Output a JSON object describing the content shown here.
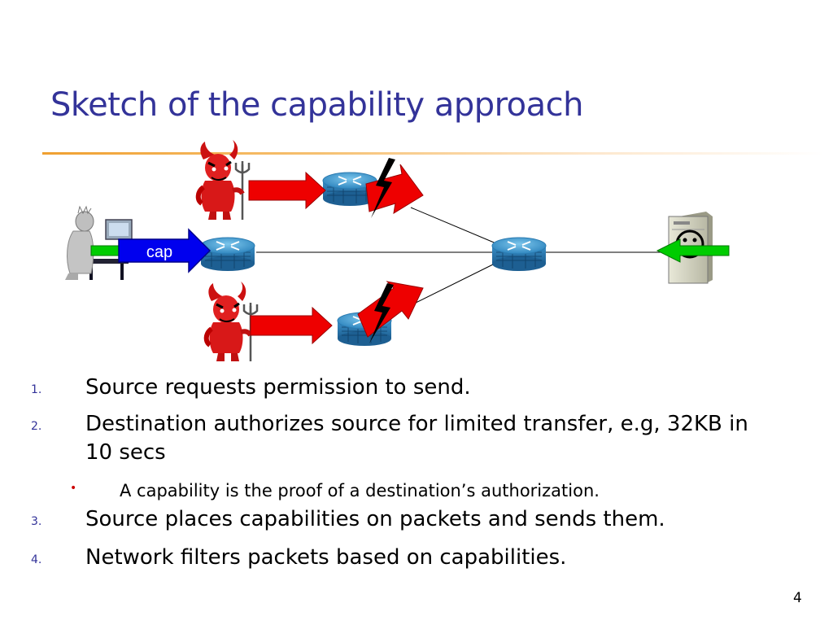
{
  "slide": {
    "title": "Sketch of the capability approach",
    "page_number": "4"
  },
  "diagram": {
    "cap_label": "cap",
    "icons": {
      "user": "person-at-computer-icon",
      "attacker": "devil-icon",
      "router": "router-icon",
      "server": "server-icon",
      "smiley": "smiley-face-icon",
      "block": "lightning-bolt-icon"
    },
    "colors": {
      "attack_arrow": "#ff0000",
      "cap_arrow": "#0000ff",
      "green_arrow": "#00cc00",
      "router": "#3399cc"
    }
  },
  "list": {
    "items": [
      {
        "num": "1.",
        "text": "Source requests permission to send."
      },
      {
        "num": "2.",
        "text": "Destination authorizes source for limited transfer, e.g, 32KB in 10 secs"
      },
      {
        "num": "3.",
        "text": "Source places capabilities on packets and sends them."
      },
      {
        "num": "4.",
        "text": "Network filters packets  based on capabilities."
      }
    ],
    "sub_items": [
      {
        "bullet": "•",
        "text": "A capability is the proof of a destination’s  authorization."
      }
    ]
  }
}
